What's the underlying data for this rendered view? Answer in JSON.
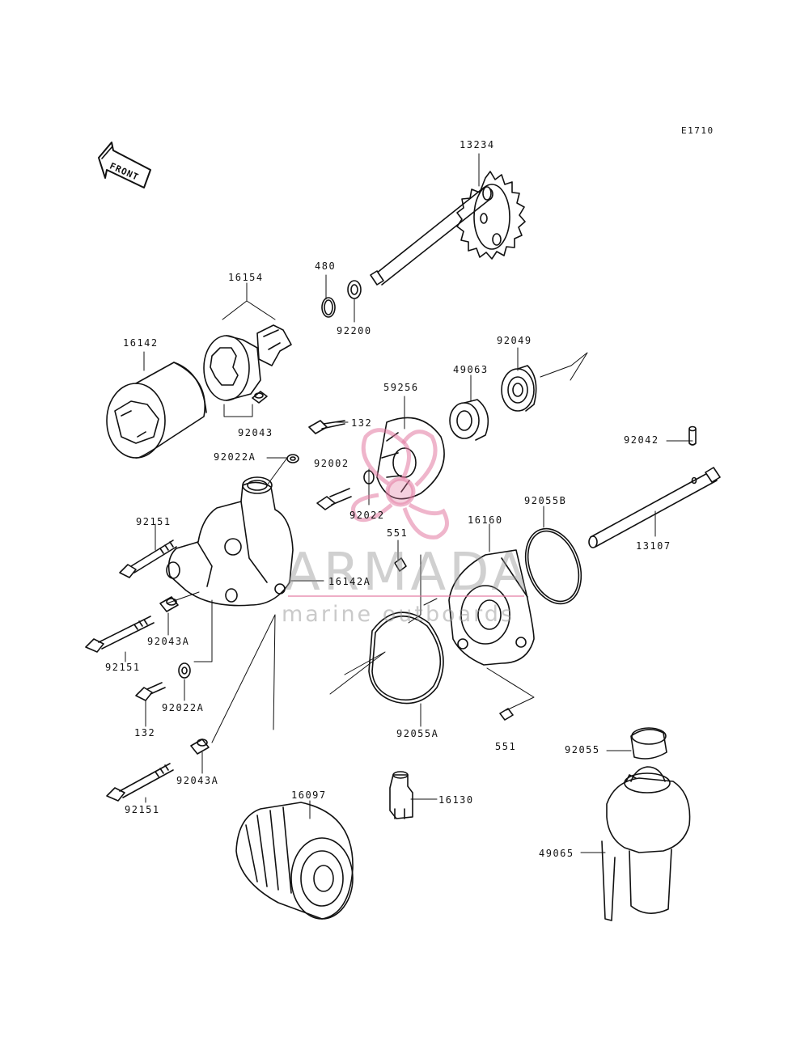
{
  "diagram": {
    "code": "E1710",
    "front_label": "FRONT",
    "watermark": {
      "title": "ARMADA",
      "subtitle": "marine outboards"
    }
  },
  "parts": [
    {
      "id": "13234",
      "label": "13234"
    },
    {
      "id": "480",
      "label": "480"
    },
    {
      "id": "92200",
      "label": "92200"
    },
    {
      "id": "16154",
      "label": "16154"
    },
    {
      "id": "16142",
      "label": "16142"
    },
    {
      "id": "92043",
      "label": "92043"
    },
    {
      "id": "92049",
      "label": "92049"
    },
    {
      "id": "49063",
      "label": "49063"
    },
    {
      "id": "59256",
      "label": "59256"
    },
    {
      "id": "132_top",
      "label": "132"
    },
    {
      "id": "92022A_top",
      "label": "92022A"
    },
    {
      "id": "92002",
      "label": "92002"
    },
    {
      "id": "92022",
      "label": "92022"
    },
    {
      "id": "92042",
      "label": "92042"
    },
    {
      "id": "92151_top",
      "label": "92151"
    },
    {
      "id": "551_top",
      "label": "551"
    },
    {
      "id": "16160",
      "label": "16160"
    },
    {
      "id": "92055B",
      "label": "92055B"
    },
    {
      "id": "13107",
      "label": "13107"
    },
    {
      "id": "16142A",
      "label": "16142A"
    },
    {
      "id": "92043A_top",
      "label": "92043A"
    },
    {
      "id": "92151_mid",
      "label": "92151"
    },
    {
      "id": "92022A_bottom",
      "label": "92022A"
    },
    {
      "id": "132_bottom",
      "label": "132"
    },
    {
      "id": "92055A",
      "label": "92055A"
    },
    {
      "id": "551_bottom",
      "label": "551"
    },
    {
      "id": "92055",
      "label": "92055"
    },
    {
      "id": "92043A_bottom",
      "label": "92043A"
    },
    {
      "id": "92151_bottom",
      "label": "92151"
    },
    {
      "id": "16097",
      "label": "16097"
    },
    {
      "id": "16130",
      "label": "16130"
    },
    {
      "id": "49065",
      "label": "49065"
    }
  ]
}
